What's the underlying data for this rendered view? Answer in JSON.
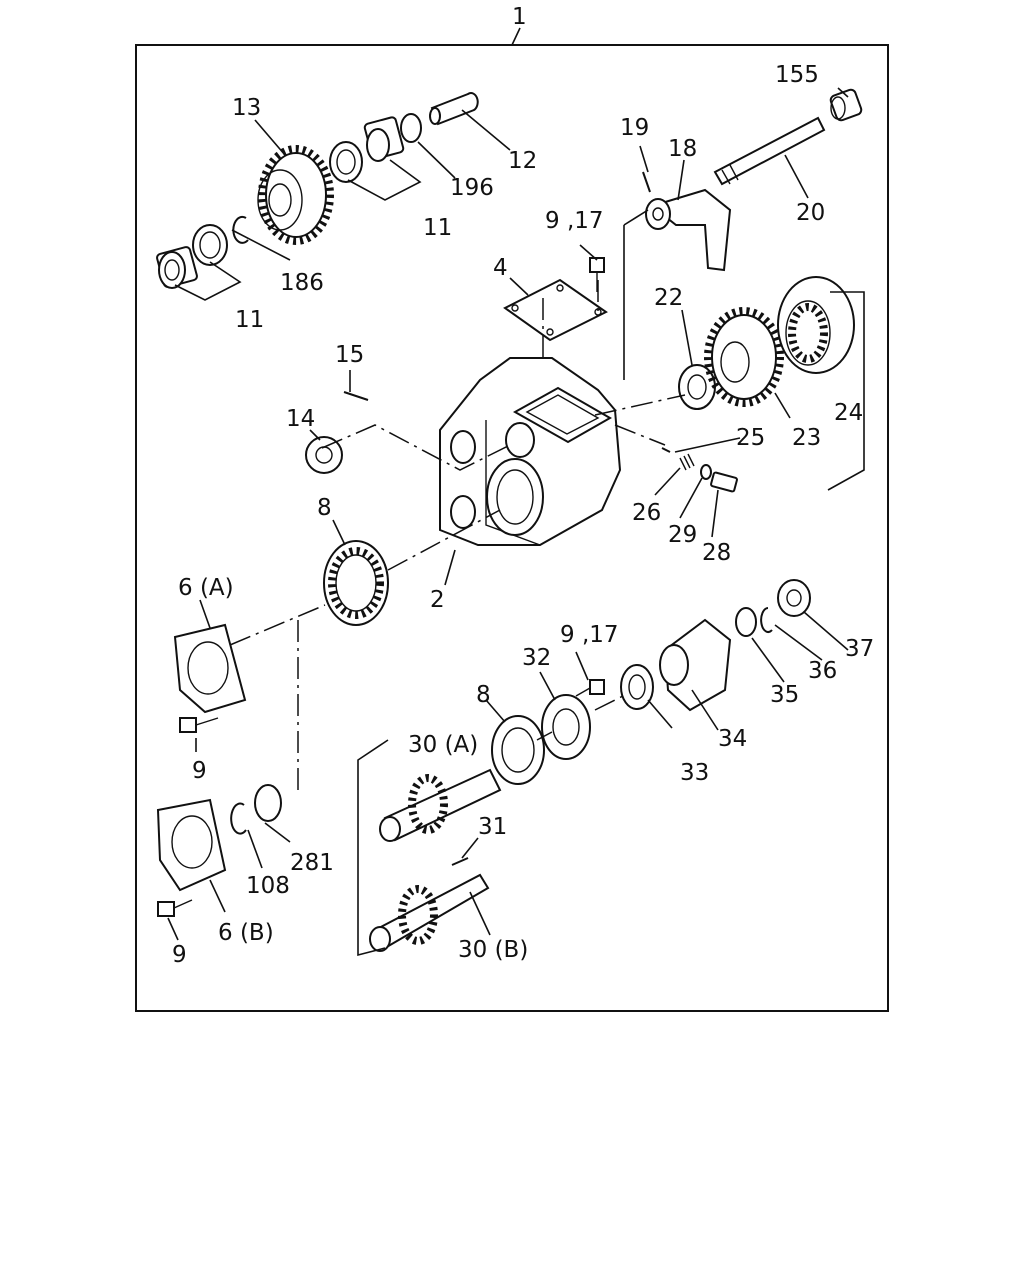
{
  "labels": {
    "l1": "1",
    "l155": "155",
    "l13": "13",
    "l12": "12",
    "l196": "196",
    "l11a": "11",
    "l19": "19",
    "l18": "18",
    "l20": "20",
    "l9_17a": "9 ,17",
    "l186": "186",
    "l11b": "11",
    "l4": "4",
    "l22": "22",
    "l15": "15",
    "l24": "24",
    "l23": "23",
    "l14": "14",
    "l25": "25",
    "l26": "26",
    "l29": "29",
    "l28": "28",
    "l8a": "8",
    "l2": "2",
    "l6a": "6 (A)",
    "l37": "37",
    "l9_17b": "9 ,17",
    "l32": "32",
    "l36": "36",
    "l35": "35",
    "l8b": "8",
    "l34": "34",
    "l30a": "30 (A)",
    "l9a": "9",
    "l33": "33",
    "l31": "31",
    "l281": "281",
    "l108": "108",
    "l6b": "6 (B)",
    "l30b": "30 (B)",
    "l9b": "9"
  }
}
